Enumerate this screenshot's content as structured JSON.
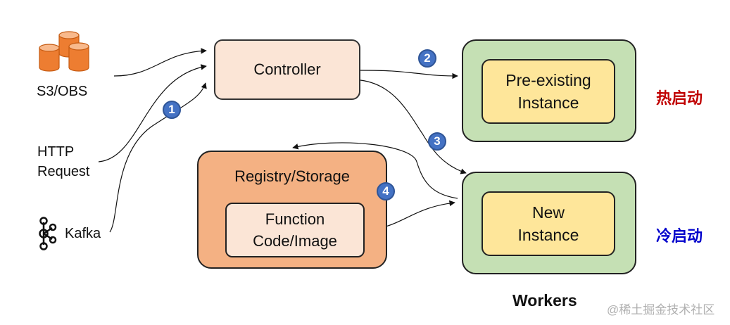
{
  "sources": {
    "s3": {
      "label": "S3/OBS",
      "icon": "database-cylinders-icon",
      "color": "#ed7d31"
    },
    "http": {
      "line1": "HTTP",
      "line2": "Request"
    },
    "kafka": {
      "label": "Kafka",
      "icon": "kafka-logo-icon"
    }
  },
  "controller": {
    "label": "Controller"
  },
  "registry": {
    "label": "Registry/Storage",
    "inner_line1": "Function",
    "inner_line2": "Code/Image"
  },
  "workers": {
    "hot_instance": {
      "line1": "Pre-existing",
      "line2": "Instance"
    },
    "cold_instance": {
      "line1": "New",
      "line2": "Instance"
    },
    "caption": "Workers"
  },
  "labels": {
    "hot_start": "热启动",
    "cold_start": "冷启动"
  },
  "steps": [
    "1",
    "2",
    "3",
    "4"
  ],
  "watermark": "@稀土掘金技术社区",
  "colors": {
    "controller_fill": "#fbe5d6",
    "worker_outer_fill": "#c5e0b4",
    "worker_inner_fill": "#fee69a",
    "registry_fill": "#f4b183",
    "badge_fill": "#4472c4",
    "hot_color": "#c00000",
    "cold_color": "#0000cc"
  }
}
